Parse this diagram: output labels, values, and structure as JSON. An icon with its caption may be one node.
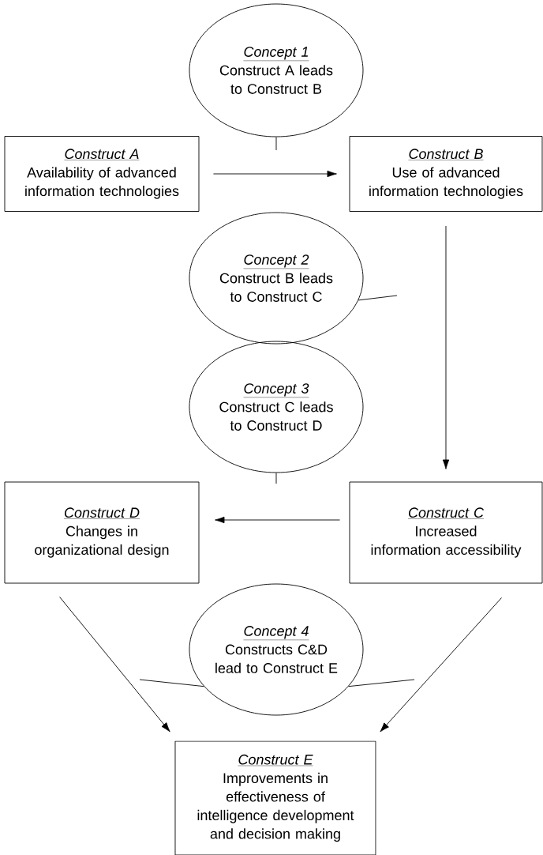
{
  "diagram": {
    "nodes": [
      {
        "text": [
          "Concept 1",
          "Construct A leads to Construct B"
        ]
      },
      {
        "text": [
          "Construct A",
          "Availability of advanced information technologies"
        ]
      },
      {
        "text": [
          "Construct B",
          "Use of advanced information technologies"
        ]
      },
      {
        "text": [
          "Concept 2",
          "Construct B leads to Construct C"
        ]
      },
      {
        "text": [
          "Concept 3",
          "Construct C leads to Construct D"
        ]
      },
      {
        "text": [
          "Construct D",
          "Changes in organizational design"
        ]
      },
      {
        "text": [
          "Construct C",
          "Increased information accessibility"
        ]
      },
      {
        "text": [
          "Concept 4",
          "Constructs C&D lead to Construct E"
        ]
      },
      {
        "text": [
          "Construct E",
          "Improvements in effectiveness of intelligence development and decision making"
        ]
      }
    ],
    "edges": [
      {
        "from": 1,
        "to": 2,
        "arrow": "to"
      },
      {
        "from": 2,
        "to": 6,
        "arrow": "to"
      },
      {
        "from": 6,
        "to": 5,
        "arrow": "to"
      },
      {
        "from": 5,
        "to": 8,
        "arrow": "to"
      },
      {
        "from": 6,
        "to": 8,
        "arrow": "to"
      },
      {
        "from": 0,
        "to": null,
        "arrow": "none"
      },
      {
        "from": 3,
        "to": null,
        "arrow": "none"
      },
      {
        "from": 4,
        "to": null,
        "arrow": "none"
      },
      {
        "from": 7,
        "to": null,
        "arrow": "none"
      },
      {
        "from": 7,
        "to": null,
        "arrow": "none"
      }
    ]
  }
}
